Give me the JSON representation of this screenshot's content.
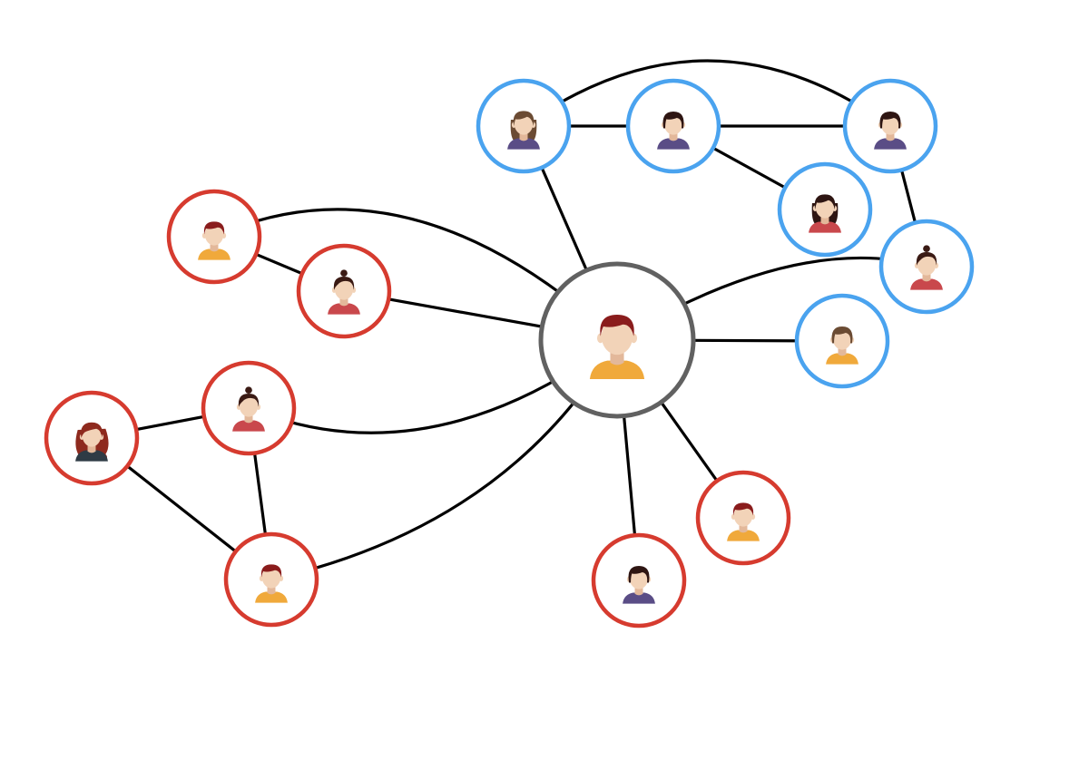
{
  "colors": {
    "background": "#ffffff",
    "edge": "#000000",
    "ring_center": "#616161",
    "ring_red": "#d63b2f",
    "ring_blue": "#4aa3ef",
    "skin": "#f2d3b8",
    "skin_shadow": "#e3b89a"
  },
  "legend": [],
  "nodes": [
    {
      "id": "center",
      "group": "center",
      "hair_color": "#8a1c1c",
      "hair": "short",
      "shirt_color": "#f0a93b"
    },
    {
      "id": "r1",
      "group": "red",
      "hair_color": "#8a1c1c",
      "hair": "short",
      "shirt_color": "#f0a93b"
    },
    {
      "id": "r2",
      "group": "red",
      "hair_color": "#3a1a14",
      "hair": "bun",
      "shirt_color": "#c9484c"
    },
    {
      "id": "r3",
      "group": "red",
      "hair_color": "#3a1a14",
      "hair": "bun",
      "shirt_color": "#c9484c"
    },
    {
      "id": "r4",
      "group": "red",
      "hair_color": "#8e2a1e",
      "hair": "curly-long",
      "shirt_color": "#2f3b45"
    },
    {
      "id": "r5",
      "group": "red",
      "hair_color": "#8a1c1c",
      "hair": "short",
      "shirt_color": "#f0a93b"
    },
    {
      "id": "r6",
      "group": "red",
      "hair_color": "#2e1512",
      "hair": "bob",
      "shirt_color": "#5a4d86"
    },
    {
      "id": "r7",
      "group": "red",
      "hair_color": "#8a1c1c",
      "hair": "short",
      "shirt_color": "#f0a93b"
    },
    {
      "id": "b1",
      "group": "blue",
      "hair_color": "#6b4b33",
      "hair": "long",
      "shirt_color": "#5a4d86"
    },
    {
      "id": "b2",
      "group": "blue",
      "hair_color": "#2e1512",
      "hair": "bob",
      "shirt_color": "#5a4d86"
    },
    {
      "id": "b3",
      "group": "blue",
      "hair_color": "#2e1512",
      "hair": "bob",
      "shirt_color": "#5a4d86"
    },
    {
      "id": "b4",
      "group": "blue",
      "hair_color": "#2e1512",
      "hair": "long",
      "shirt_color": "#c9484c"
    },
    {
      "id": "b5",
      "group": "blue",
      "hair_color": "#3a1a14",
      "hair": "bun",
      "shirt_color": "#c9484c"
    },
    {
      "id": "b6",
      "group": "blue",
      "hair_color": "#6b4b33",
      "hair": "bob",
      "shirt_color": "#f0a93b"
    }
  ],
  "edges": [
    {
      "from": "center",
      "to": "b1"
    },
    {
      "from": "center",
      "to": "b5"
    },
    {
      "from": "center",
      "to": "b6"
    },
    {
      "from": "center",
      "to": "r1"
    },
    {
      "from": "center",
      "to": "r2"
    },
    {
      "from": "center",
      "to": "r3"
    },
    {
      "from": "center",
      "to": "r5"
    },
    {
      "from": "center",
      "to": "r6"
    },
    {
      "from": "center",
      "to": "r7"
    },
    {
      "from": "r1",
      "to": "r2"
    },
    {
      "from": "r3",
      "to": "r4"
    },
    {
      "from": "r3",
      "to": "r5"
    },
    {
      "from": "r4",
      "to": "r5"
    },
    {
      "from": "b1",
      "to": "b2"
    },
    {
      "from": "b2",
      "to": "b3"
    },
    {
      "from": "b1",
      "to": "b3"
    },
    {
      "from": "b2",
      "to": "b4"
    },
    {
      "from": "b3",
      "to": "b5"
    }
  ]
}
